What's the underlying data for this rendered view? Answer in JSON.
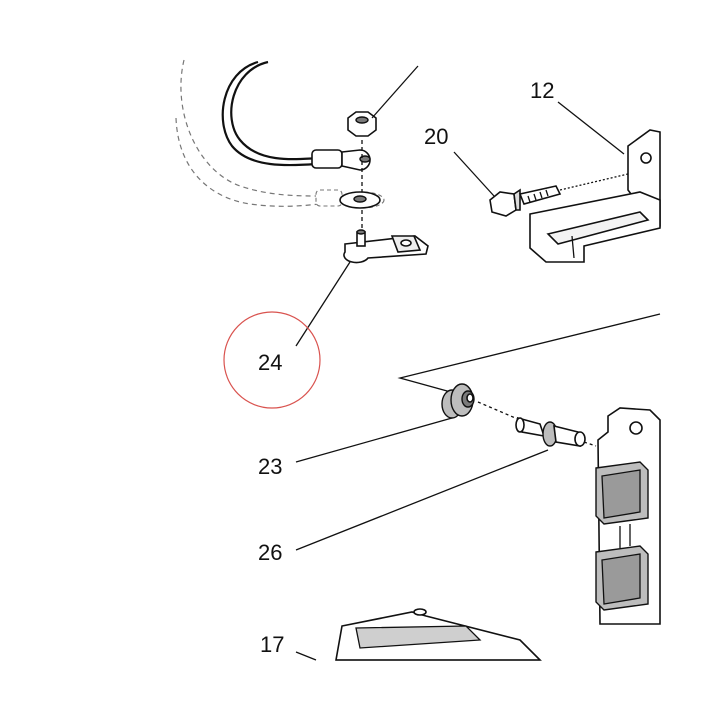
{
  "callouts": {
    "c12": "12",
    "c20": "20",
    "c24": "24",
    "c23": "23",
    "c26": "26",
    "c17": "17"
  },
  "highlight": {
    "target": "24",
    "color": "#d9534f"
  },
  "colors": {
    "line": "#111111",
    "ghost": "#777777",
    "fill_gray": "#bdbdbd",
    "fill_dark": "#7a7a7a"
  }
}
